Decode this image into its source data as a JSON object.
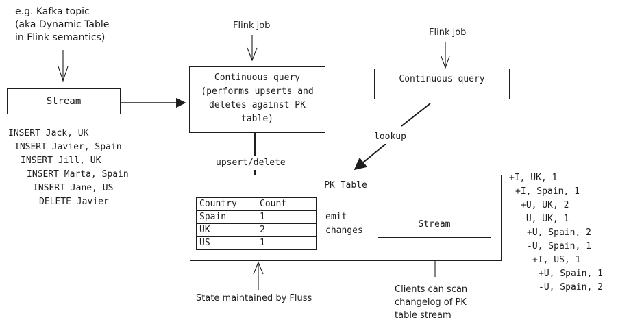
{
  "annotations": {
    "source_note": [
      "e.g. Kafka topic",
      "(aka Dynamic Table",
      "in Flink semantics)"
    ],
    "flink_job_1": "Flink job",
    "flink_job_2": "Flink job",
    "state_note": "State maintained by Fluss",
    "clients_note": [
      "Clients can scan",
      "changelog of PK",
      "table stream"
    ]
  },
  "boxes": {
    "source_stream": "Stream",
    "continuous_query_upsert": [
      "Continuous query",
      "(performs upserts and",
      "deletes against PK",
      "table)"
    ],
    "continuous_query_lookup": "Continuous query",
    "pk_table_title": "PK Table",
    "output_stream": "Stream"
  },
  "edge_labels": {
    "upsert_delete": "upsert/delete",
    "lookup": "lookup",
    "emit_changes": [
      "emit",
      "changes"
    ]
  },
  "input_events": [
    "INSERT Jack, UK",
    "INSERT Javier, Spain",
    "INSERT Jill, UK",
    "INSERT Marta, Spain",
    "INSERT Jane, US",
    "DELETE Javier"
  ],
  "pk_table": {
    "columns": [
      "Country",
      "Count"
    ],
    "rows": [
      [
        "Spain",
        "1"
      ],
      [
        "UK",
        "2"
      ],
      [
        "US",
        "1"
      ]
    ]
  },
  "changelog_events": [
    "+I, UK, 1",
    "+I, Spain, 1",
    "+U, UK, 2",
    "-U, UK, 1",
    "+U, Spain, 2",
    "-U, Spain, 1",
    "+I, US, 1",
    "+U, Spain, 1",
    "-U, Spain, 2"
  ]
}
